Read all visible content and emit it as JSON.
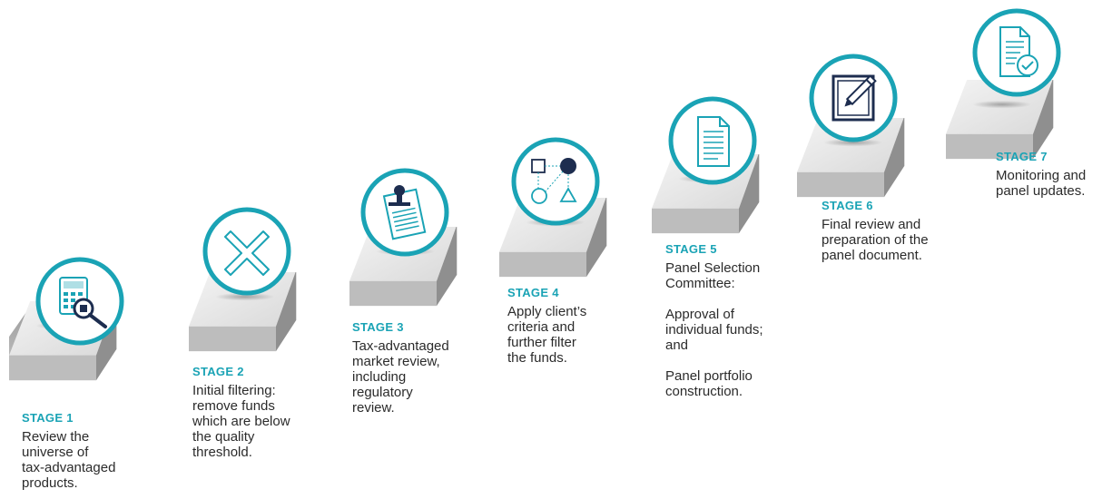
{
  "colors": {
    "accent": "#1aa3b5",
    "navy": "#1d2d4f",
    "platform_top": "#e6e6e6",
    "platform_side": "#a9a9a9"
  },
  "stages": [
    {
      "title": "STAGE 1",
      "icon": "calculator-magnifier-icon",
      "lines": [
        "Review the",
        "universe of",
        "tax-advantaged",
        "products."
      ]
    },
    {
      "title": "STAGE 2",
      "icon": "cross-icon",
      "lines": [
        "Initial filtering:",
        "remove funds",
        "which are below",
        "the quality",
        "threshold."
      ]
    },
    {
      "title": "STAGE 3",
      "icon": "stamp-document-icon",
      "lines": [
        "Tax-advantaged",
        "market review,",
        "including",
        "regulatory",
        "review."
      ]
    },
    {
      "title": "STAGE 4",
      "icon": "shapes-network-icon",
      "lines": [
        "Apply client’s",
        "criteria and",
        "further filter",
        "the funds."
      ]
    },
    {
      "title": "STAGE 5",
      "icon": "document-icon",
      "lines": [
        "Panel Selection",
        "Committee:"
      ],
      "lines2": [
        "Approval of",
        "individual funds;",
        "and"
      ],
      "lines3": [
        "Panel portfolio",
        "construction."
      ]
    },
    {
      "title": "STAGE 6",
      "icon": "pencil-edit-icon",
      "lines": [
        "Final review and",
        "preparation of the",
        "panel document."
      ]
    },
    {
      "title": "STAGE 7",
      "icon": "document-check-icon",
      "lines": [
        "Monitoring and",
        "panel updates."
      ]
    }
  ]
}
